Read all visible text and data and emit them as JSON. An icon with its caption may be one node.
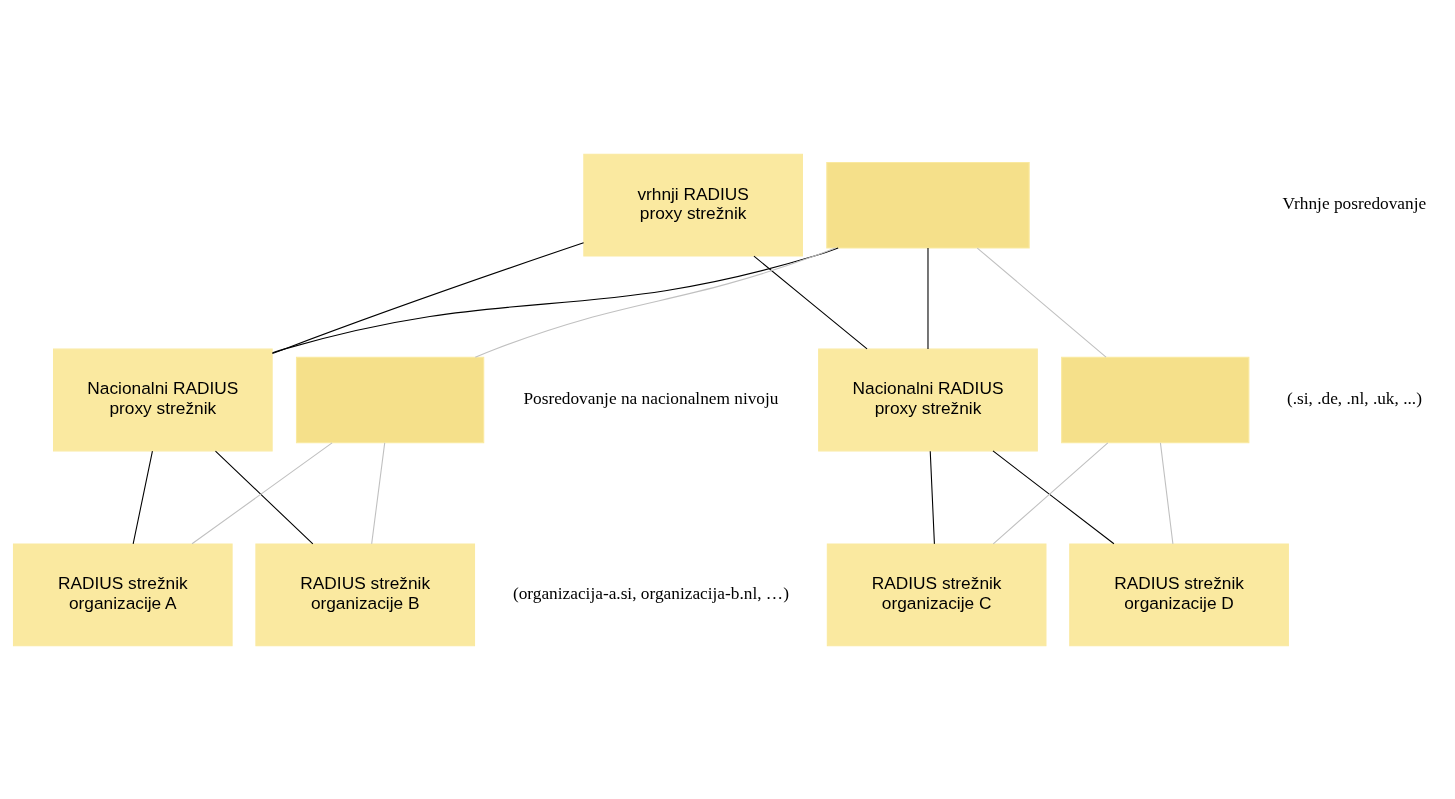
{
  "diagram": {
    "nodes": [
      {
        "text": [
          "vrhnji RADIUS proxy strežnik"
        ]
      },
      {
        "text": [],
        "shape": "box"
      },
      {
        "text": [
          "Nacionalni RADIUS proxy strežnik"
        ]
      },
      {
        "text": [],
        "shape": "box"
      },
      {
        "text": [
          "Nacionalni RADIUS proxy strežnik"
        ]
      },
      {
        "text": [],
        "shape": "box"
      },
      {
        "text": [
          "RADIUS strežnik organizacije A"
        ]
      },
      {
        "text": [
          "RADIUS strežnik organizacije B"
        ]
      },
      {
        "text": [
          "RADIUS strežnik organizacije C"
        ]
      },
      {
        "text": [
          "RADIUS strežnik organizacije D"
        ]
      }
    ],
    "edges": [
      {
        "from": 0,
        "to": 2,
        "arrow": "none"
      },
      {
        "from": 0,
        "to": 4,
        "arrow": "none"
      },
      {
        "from": 1,
        "to": 2,
        "arrow": "none"
      },
      {
        "from": 1,
        "to": 4,
        "arrow": "none"
      },
      {
        "from": 1,
        "to": 3,
        "arrow": "none",
        "color": "#c0c0c0"
      },
      {
        "from": 1,
        "to": 5,
        "arrow": "none",
        "color": "#c0c0c0"
      },
      {
        "from": 2,
        "to": 6,
        "arrow": "none"
      },
      {
        "from": 2,
        "to": 7,
        "arrow": "none"
      },
      {
        "from": 3,
        "to": 6,
        "arrow": "none",
        "color": "#c0c0c0"
      },
      {
        "from": 3,
        "to": 7,
        "arrow": "none",
        "color": "#c0c0c0"
      },
      {
        "from": 4,
        "to": 8,
        "arrow": "none"
      },
      {
        "from": 4,
        "to": 9,
        "arrow": "none"
      },
      {
        "from": 5,
        "to": 8,
        "arrow": "none",
        "color": "#c0c0c0"
      },
      {
        "from": 5,
        "to": 9,
        "arrow": "none",
        "color": "#c0c0c0"
      }
    ],
    "labels": [
      "Vrhnje posredovanje",
      "(.si, .de, .nl, .uk, ...)",
      "Posredovanje na nacionalnem nivoju",
      "(organizacija-a.si, organizacija-b.nl, …)"
    ]
  }
}
